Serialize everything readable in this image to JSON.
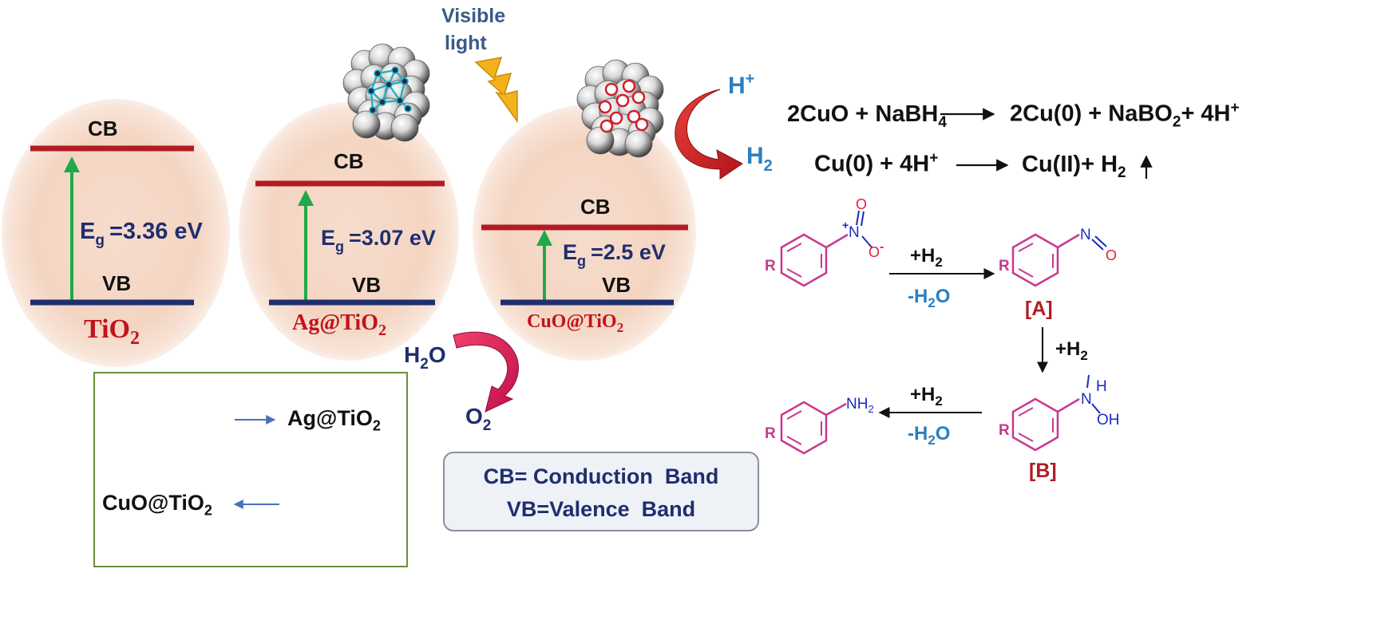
{
  "panels": [
    {
      "cb": "CB",
      "vb": "VB",
      "eg_sub": "g",
      "eg_value": "=3.36 eV",
      "name": "TiO",
      "name_sub": "2"
    },
    {
      "cb": "CB",
      "vb": "VB",
      "eg_sub": "g",
      "eg_value": "=3.07 eV",
      "name": "Ag@TiO",
      "name_sub": "2"
    },
    {
      "cb": "CB",
      "vb": "VB",
      "eg_sub": "g",
      "eg_value": "=2.5 eV",
      "name": "CuO@TiO",
      "name_sub": "2"
    }
  ],
  "eg_symbol": "E",
  "light": {
    "line1": "Visible",
    "line2": "light"
  },
  "h_ion": {
    "base": "H",
    "sup": "+"
  },
  "h2": {
    "base": "H",
    "sub": "2"
  },
  "water": {
    "base": "H",
    "sub": "2",
    "tail": "O"
  },
  "oxygen": {
    "base": "O",
    "sub": "2"
  },
  "equations": {
    "eq1_left": "2CuO + NaBH",
    "eq1_left_sub": "4",
    "eq1_right_a": "2Cu(0) + NaBO",
    "eq1_right_sub": "2",
    "eq1_right_b": "+ 4H",
    "eq1_right_sup": "+",
    "eq2_left": "Cu(0) + 4H",
    "eq2_left_sup": "+",
    "eq2_right": "Cu(II)+ H",
    "eq2_right_sub": "2"
  },
  "reaction": {
    "step1_top": "+H2",
    "step1_bottom": "-H2O",
    "step2": "+H2",
    "step3_top": "+H2",
    "step3_bottom": "-H2O",
    "label_a": "[A]",
    "label_b": "[B]",
    "r_label": "R",
    "nitro_n": "N",
    "nitro_plus": "+",
    "nitro_o_top": "O",
    "nitro_o_right": "O",
    "nitro_minus": "-",
    "nitroso_n": "N",
    "nitroso_o": "O",
    "hydrox_n": "N",
    "hydrox_h": "H",
    "hydrox_oh": "OH",
    "amine": "NH2"
  },
  "legend": {
    "ag_label": "Ag@TiO",
    "ag_sub": "2",
    "cuo_label": "CuO@TiO",
    "cuo_sub": "2"
  },
  "info_box": {
    "line1": "CB= Conduction  Band",
    "line2": "VB=Valence  Band"
  },
  "colors": {
    "cb_line": "#b01c24",
    "vb_line": "#1f2e6e",
    "gap_arrow": "#1faa4a",
    "label_navy": "#1f2e6e",
    "name_red": "#c0141c",
    "blue_text": "#2a7fc0",
    "magenta": "#c8388f",
    "bracket_red": "#b01c24",
    "bolt": "#f3b21a"
  }
}
